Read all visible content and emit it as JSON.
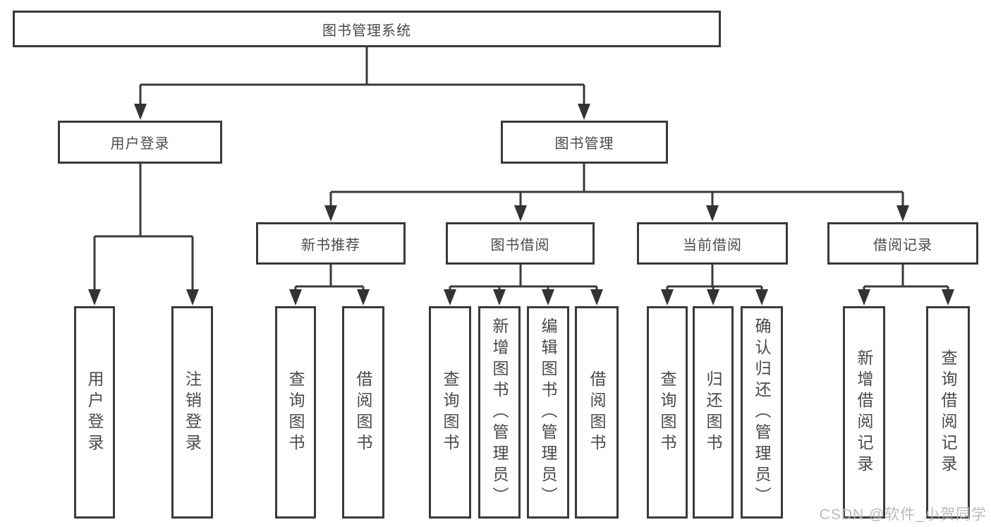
{
  "root": {
    "label": "图书管理系统"
  },
  "branches": [
    {
      "label": "用户登录",
      "leaves": [
        {
          "label": "用户登录"
        },
        {
          "label": "注销登录"
        }
      ]
    },
    {
      "label": "图书管理",
      "sections": [
        {
          "label": "新书推荐",
          "leaves": [
            {
              "label": "查询图书"
            },
            {
              "label": "借阅图书"
            }
          ]
        },
        {
          "label": "图书借阅",
          "leaves": [
            {
              "label": "查询图书"
            },
            {
              "label": "新增图书（管理员）"
            },
            {
              "label": "编辑图书（管理员）"
            },
            {
              "label": "借阅图书"
            }
          ]
        },
        {
          "label": "当前借阅",
          "leaves": [
            {
              "label": "查询图书"
            },
            {
              "label": "归还图书"
            },
            {
              "label": "确认归还（管理员）"
            }
          ]
        },
        {
          "label": "借阅记录",
          "leaves": [
            {
              "label": "新增借阅记录"
            },
            {
              "label": "查询借阅记录"
            }
          ]
        }
      ]
    }
  ],
  "watermark": {
    "text": "CSDN @软件_小贺同学"
  },
  "style": {
    "line_color": "#3a3a3a",
    "text_color": "#4a4a4a",
    "watermark_color": "#b5b5b5",
    "background": "#ffffff"
  }
}
